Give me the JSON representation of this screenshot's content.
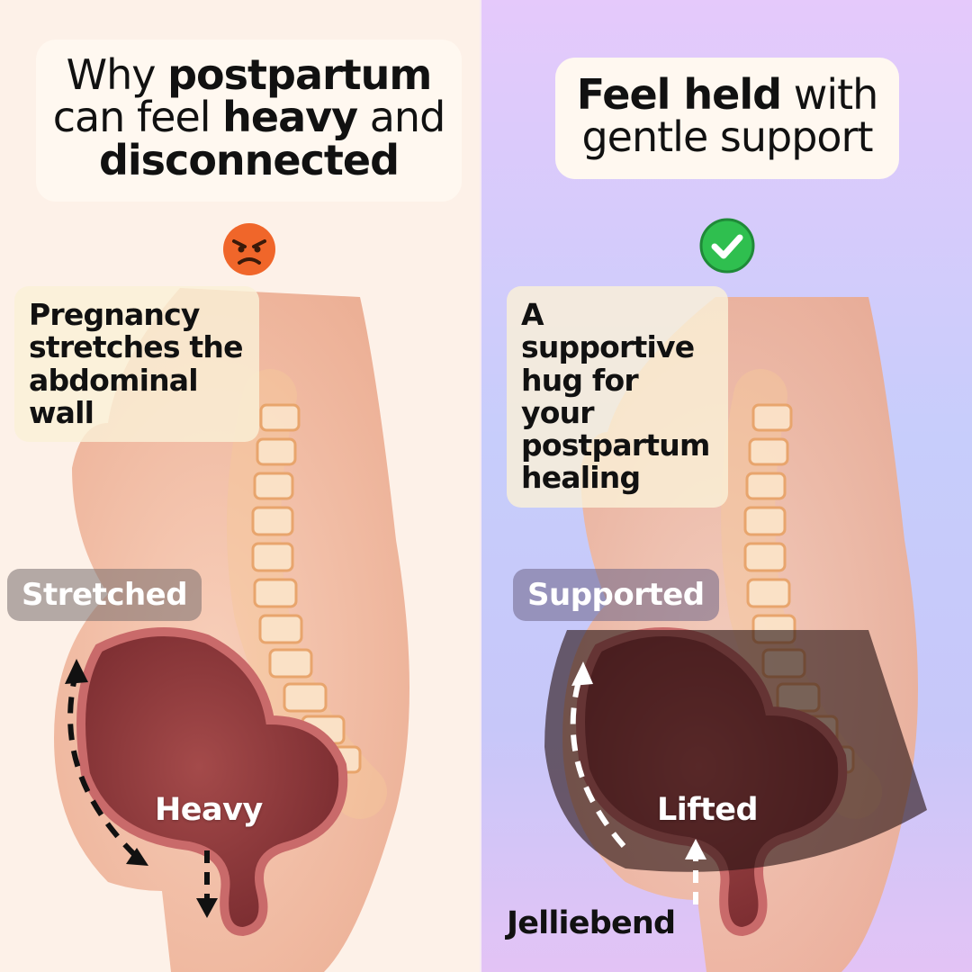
{
  "left": {
    "headline": {
      "pre": "Why ",
      "bold1": "postpartum",
      "mid1": "can feel ",
      "bold2": "heavy",
      "mid2": " and",
      "bold3": "disconnected"
    },
    "status_icon": "angry-face-icon",
    "callout": [
      "Pregnancy",
      "stretches the",
      "abdominal",
      "wall"
    ],
    "tag": "Stretched",
    "label": "Heavy"
  },
  "right": {
    "headline": {
      "bold1": "Feel held",
      "mid1": " with",
      "line2": "gentle support"
    },
    "status_icon": "check-mark-icon",
    "callout": [
      "A supportive",
      "hug for your",
      "postpartum",
      "healing"
    ],
    "tag": "Supported",
    "label": "Lifted",
    "brand": "Jelliebend"
  },
  "colors": {
    "left_bg": "#fdf1e8",
    "right_bg_top": "#e5c9fb",
    "right_bg_mid": "#c7cdfb",
    "body_skin": "#f3bfa8",
    "uterus": "#8c3a3a",
    "spine": "#f1b57a",
    "check_green": "#2fbf4f",
    "angry_red": "#f0662a"
  }
}
